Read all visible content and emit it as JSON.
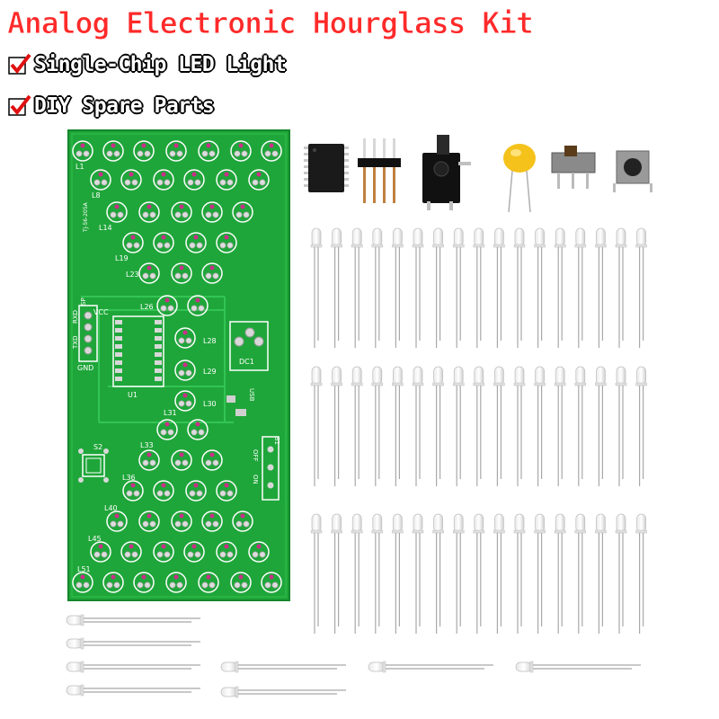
{
  "headline": "Analog Electronic Hourglass Kit",
  "features": [
    {
      "label": "Single-Chip LED Light",
      "icon": "red-check-icon"
    },
    {
      "label": "DIY Spare Parts",
      "icon": "red-check-icon"
    }
  ],
  "pcb": {
    "model": "TJ-56-205A",
    "vcc": "VCC",
    "gnd": "GND",
    "txd": "TXD",
    "rxd": "RXD",
    "sp": "SP",
    "dc": "DC1",
    "usb": "USB",
    "switch": "S1",
    "on": "ON",
    "off": "OFF",
    "button": "S2",
    "chip": "U1",
    "led_labels": [
      "L1",
      "L8",
      "L14",
      "L19",
      "L23",
      "L26",
      "L28",
      "L29",
      "L30",
      "L31",
      "L33",
      "L36",
      "L40",
      "L45",
      "L51"
    ]
  },
  "colors": {
    "headline": "#ff2a2a",
    "check": "#e01010",
    "pcb": "#1fa63a",
    "pcb_trace": "#2fc24c",
    "silkscreen": "#ffffff"
  }
}
